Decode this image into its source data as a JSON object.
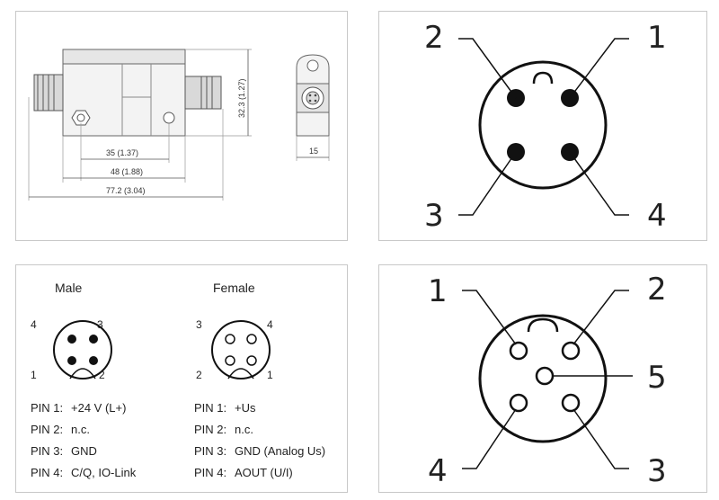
{
  "drawing": {
    "dim_height": "32.3 (1.27)",
    "dim_35": "35 (1.37)",
    "dim_48": "48 (1.88)",
    "dim_total": "77.2 (3.04)",
    "dim_width": "15"
  },
  "m12_4pin_large": {
    "labels": [
      "2",
      "1",
      "3",
      "4"
    ]
  },
  "m12_5pin_large": {
    "labels": [
      "1",
      "2",
      "5",
      "4",
      "3"
    ]
  },
  "pinout": {
    "male": {
      "title": "Male",
      "corner_labels": [
        "4",
        "3",
        "1",
        "2"
      ],
      "pins": [
        {
          "key": "PIN 1:",
          "value": "+24 V (L+)"
        },
        {
          "key": "PIN 2:",
          "value": "n.c."
        },
        {
          "key": "PIN 3:",
          "value": "GND"
        },
        {
          "key": "PIN 4:",
          "value": "C/Q, IO-Link"
        }
      ]
    },
    "female": {
      "title": "Female",
      "corner_labels": [
        "3",
        "4",
        "2",
        "1"
      ],
      "pins": [
        {
          "key": "PIN 1:",
          "value": "+Us"
        },
        {
          "key": "PIN 2:",
          "value": "n.c."
        },
        {
          "key": "PIN 3:",
          "value": "GND (Analog Us)"
        },
        {
          "key": "PIN 4:",
          "value": "AOUT (U/I)"
        }
      ]
    }
  }
}
